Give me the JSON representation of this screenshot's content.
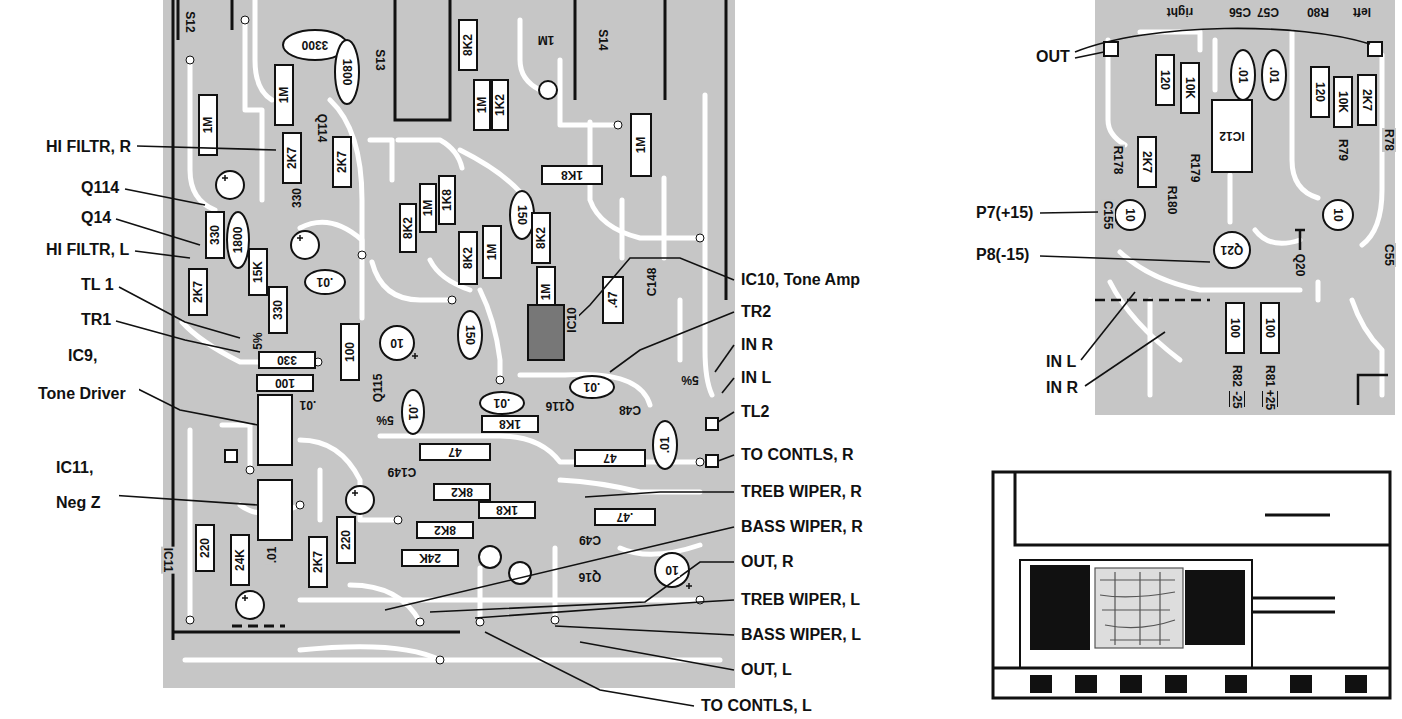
{
  "diagram": {
    "labels": [
      "HI FILTR, R",
      "Q114",
      "Q14",
      "HI FILTR, L",
      "TL 1",
      "TR1",
      "IC9, Tone Driver",
      "IC11, Neg Z",
      "IC10, Tone Amp",
      "TR2",
      "IN R",
      "IN L",
      "TL2",
      "TO CONTLS, R",
      "TREB WIPER, R",
      "BASS WIPER, R",
      "OUT, R",
      "TREB WIPER, L",
      "BASS WIPER, L",
      "OUT, L",
      "TO CONTLS, L",
      "OUT",
      "P7(+15)",
      "P8(-15)",
      "IN L",
      "IN R",
      "S12",
      "3300",
      "1800",
      "1M",
      "1M",
      "Q114",
      "2K7",
      "330",
      "2K7",
      "S13",
      "8K2",
      "1M",
      "1K2",
      "1M",
      "S14",
      "1M",
      "1K8",
      "330",
      "1800",
      "2K7",
      "15K",
      ".01",
      "330",
      "8K2",
      "1M",
      "1K8",
      "8K2",
      "1M",
      "150",
      "8K2",
      "1M",
      ".47",
      "C148",
      "5%",
      "330",
      "100",
      "100",
      "10",
      ".01",
      "Q115",
      "5%",
      ".01",
      "150",
      "IC10",
      ".01",
      "5%",
      ".01",
      "1K8",
      "Q116",
      "C48",
      ".01",
      "47",
      "47",
      "C149",
      "8K2",
      "1K8",
      ".47",
      "8K2",
      "C49",
      "24K",
      "Q16",
      "10",
      "IC11",
      "220",
      "24K",
      ".01",
      "2K7",
      "220",
      "right",
      "C56",
      "C57",
      "R80",
      "left",
      "120",
      "10K",
      ".01",
      ".01",
      "120",
      "10K",
      "2K7",
      "R178",
      "2K7",
      "R180",
      "R179",
      "R79",
      "R78",
      "IC12",
      "C155",
      "10",
      "10",
      "C55",
      "Q21",
      "Q20",
      "100",
      "100",
      "R82",
      "-25",
      "R81",
      "+25"
    ]
  }
}
